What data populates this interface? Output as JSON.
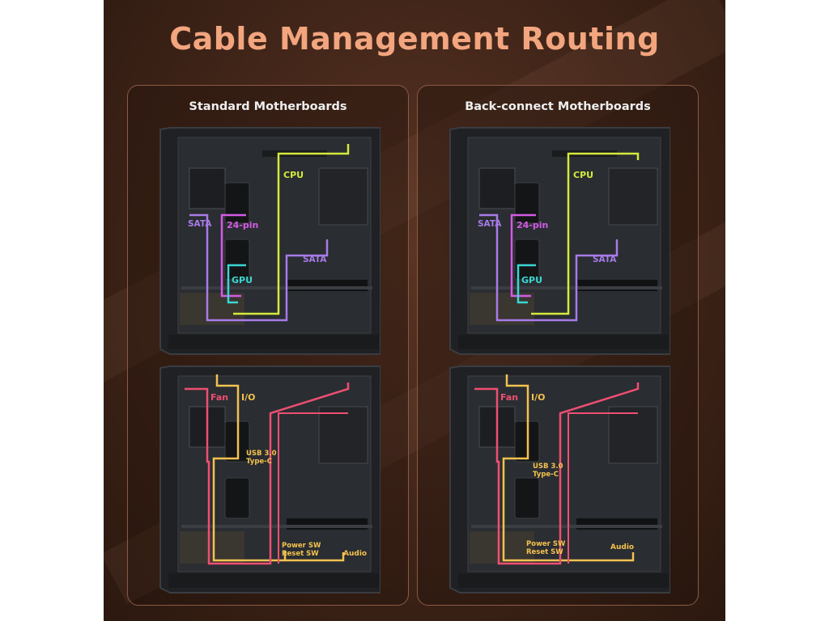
{
  "title": "Cable Management Routing",
  "panels": [
    {
      "heading": "Standard Motherboards",
      "top_labels": {
        "cpu": "CPU",
        "sata_left": "SATA",
        "pin24": "24-pin",
        "sata_right": "SATA",
        "gpu": "GPU"
      },
      "bottom_labels": {
        "fan": "Fan",
        "io": "I/O",
        "usb_line1": "USB 3.0",
        "usb_line2": "Type-C",
        "power_sw": "Power SW",
        "reset_sw": "Reset SW",
        "audio": "Audio"
      }
    },
    {
      "heading": "Back-connect Motherboards",
      "top_labels": {
        "cpu": "CPU",
        "sata_left": "SATA",
        "pin24": "24-pin",
        "sata_right": "SATA",
        "gpu": "GPU"
      },
      "bottom_labels": {
        "fan": "Fan",
        "io": "I/O",
        "usb_line1": "USB 3.0",
        "usb_line2": "Type-C",
        "power_sw": "Power SW",
        "reset_sw": "Reset SW",
        "audio": "Audio"
      }
    }
  ],
  "colors": {
    "cpu": "#d4ea3c",
    "sata": "#a77be8",
    "pin24": "#d45ae6",
    "gpu": "#39d7d2",
    "fan": "#ee4f72",
    "io": "#f3c24f"
  }
}
